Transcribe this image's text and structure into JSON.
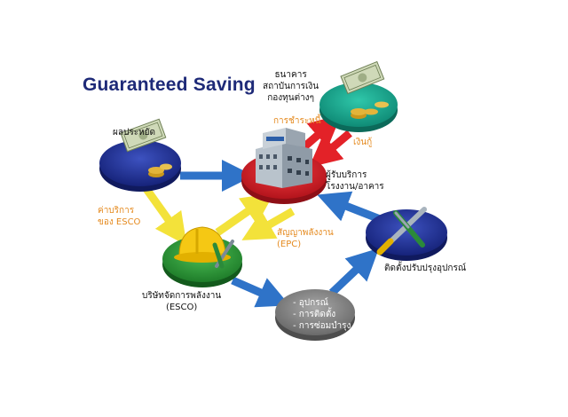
{
  "title": "Guaranteed Saving",
  "nodes": {
    "savings": {
      "label": "ผลประหยัด",
      "color": "#1f2f8f"
    },
    "bank": {
      "label_lines": [
        "ธนาคาร",
        "สถาบันการเงิน",
        "กองทุนต่างๆ"
      ],
      "color": "#17a58f"
    },
    "provider": {
      "label_lines": [
        "ผู้รับบริการ",
        "โรงงาน/อาคาร"
      ],
      "color": "#d8202a"
    },
    "esco": {
      "label_lines": [
        "บริษัทจัดการพลังงาน",
        "(ESCO)"
      ],
      "color": "#2e9a3a"
    },
    "install": {
      "label": "ติดตั้งปรับปรุงอุปกรณ์",
      "color": "#1f2f8f"
    },
    "equipment": {
      "items": [
        "- อุปกรณ์",
        "- การติดตั้ง",
        "- การซ่อมบำรุง"
      ],
      "color": "#8c8c8c"
    }
  },
  "arrow_labels": {
    "repay": "การชำระหนี้",
    "loan": "เงินกู้",
    "service_fee": [
      "ค่าบริการ",
      "ของ ESCO"
    ],
    "energy_contract": [
      "สัญญาพลังงาน",
      "(EPC)"
    ]
  },
  "icons": [
    "money-icon",
    "building-icon",
    "hardhat-icon",
    "tools-icon"
  ]
}
